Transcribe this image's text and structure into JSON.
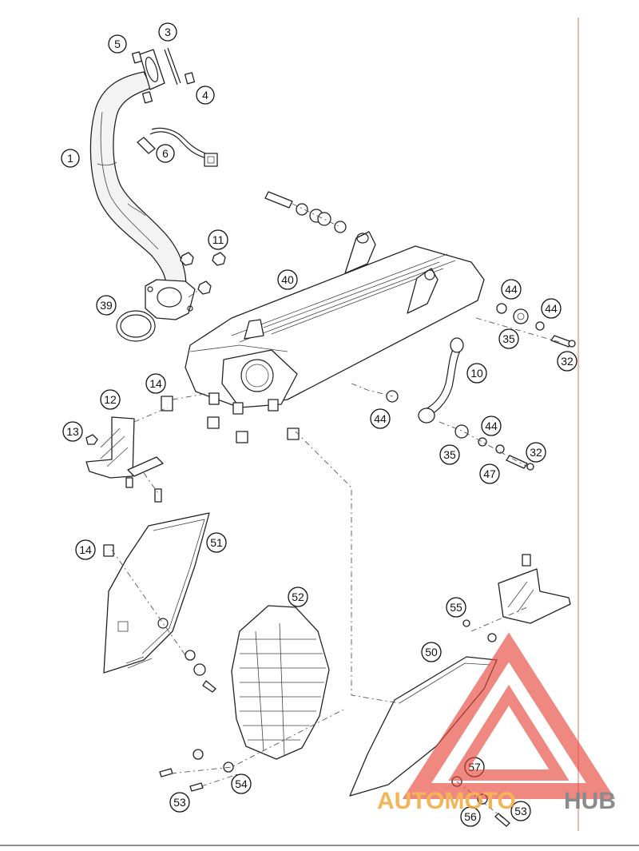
{
  "callouts": [
    {
      "id": "1",
      "label": "1"
    },
    {
      "id": "3",
      "label": "3"
    },
    {
      "id": "4",
      "label": "4"
    },
    {
      "id": "5",
      "label": "5"
    },
    {
      "id": "6",
      "label": "6"
    },
    {
      "id": "10",
      "label": "10"
    },
    {
      "id": "11",
      "label": "11"
    },
    {
      "id": "12",
      "label": "12"
    },
    {
      "id": "13",
      "label": "13"
    },
    {
      "id": "14a",
      "label": "14"
    },
    {
      "id": "14b",
      "label": "14"
    },
    {
      "id": "32a",
      "label": "32"
    },
    {
      "id": "32b",
      "label": "32"
    },
    {
      "id": "35a",
      "label": "35"
    },
    {
      "id": "35b",
      "label": "35"
    },
    {
      "id": "39",
      "label": "39"
    },
    {
      "id": "40",
      "label": "40"
    },
    {
      "id": "44a",
      "label": "44"
    },
    {
      "id": "44b",
      "label": "44"
    },
    {
      "id": "44c",
      "label": "44"
    },
    {
      "id": "44d",
      "label": "44"
    },
    {
      "id": "47",
      "label": "47"
    },
    {
      "id": "50",
      "label": "50"
    },
    {
      "id": "51",
      "label": "51"
    },
    {
      "id": "52",
      "label": "52"
    },
    {
      "id": "53a",
      "label": "53"
    },
    {
      "id": "53b",
      "label": "53"
    },
    {
      "id": "54",
      "label": "54"
    },
    {
      "id": "55",
      "label": "55"
    },
    {
      "id": "56",
      "label": "56"
    },
    {
      "id": "57",
      "label": "57"
    }
  ],
  "watermark": {
    "part1": "AUTOMOTO",
    "part2": "HUB",
    "color1": "#f2a93b",
    "color2": "#777777",
    "triangle_color": "#e8453c"
  }
}
